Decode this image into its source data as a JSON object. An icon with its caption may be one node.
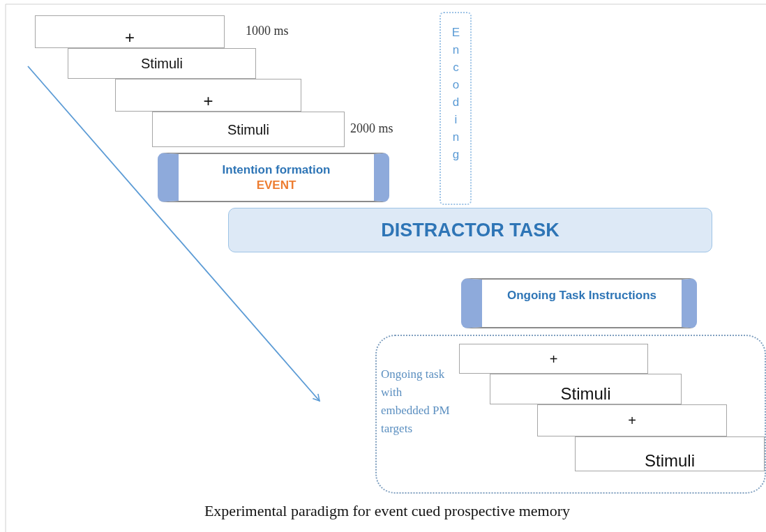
{
  "diagram": {
    "caption": "Experimental paradigm for event cued prospective memory",
    "nodes": [
      {
        "text": [
          "+"
        ],
        "beside": [
          "1000 ms"
        ]
      },
      {
        "text": [
          "Stimuli"
        ]
      },
      {
        "text": [
          "+"
        ]
      },
      {
        "text": [
          "Stimuli"
        ],
        "beside": [
          "2000 ms"
        ]
      },
      {
        "text": [
          "Intention formation",
          "EVENT"
        ]
      },
      {
        "text": [
          "Encoding"
        ]
      },
      {
        "text": [
          "DISTRACTOR TASK"
        ]
      },
      {
        "text": [
          "Ongoing Task Instructions"
        ]
      },
      {
        "text": [
          "Ongoing task with embedded PM targets"
        ]
      },
      {
        "text": [
          "+"
        ],
        "in": 8
      },
      {
        "text": [
          "Stimuli"
        ],
        "in": 8
      },
      {
        "text": [
          "+"
        ],
        "in": 8
      },
      {
        "text": [
          "Stimuli"
        ],
        "in": 8
      }
    ]
  }
}
